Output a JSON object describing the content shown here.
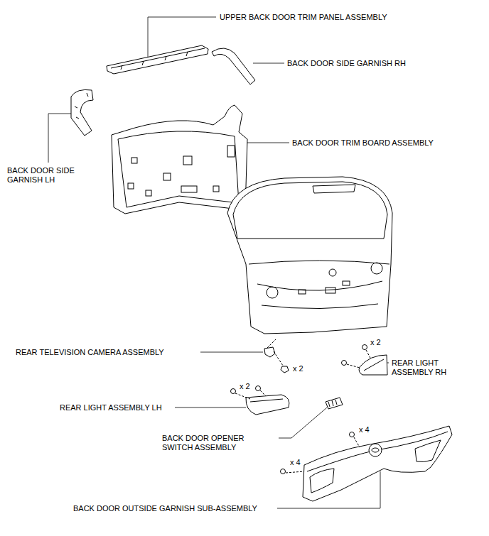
{
  "diagram": {
    "labels": [
      "UPPER BACK DOOR TRIM PANEL ASSEMBLY",
      "BACK DOOR SIDE GARNISH RH",
      "BACK DOOR TRIM BOARD ASSEMBLY",
      "BACK DOOR SIDE GARNISH LH",
      "REAR TELEVISION CAMERA ASSEMBLY",
      "x 2",
      "REAR LIGHT ASSEMBLY RH",
      "x 2",
      "x 2",
      "REAR LIGHT ASSEMBLY LH",
      "BACK DOOR OPENER SWITCH ASSEMBLY",
      "x 4",
      "x 4",
      "BACK DOOR OUTSIDE GARNISH SUB-ASSEMBLY"
    ]
  }
}
